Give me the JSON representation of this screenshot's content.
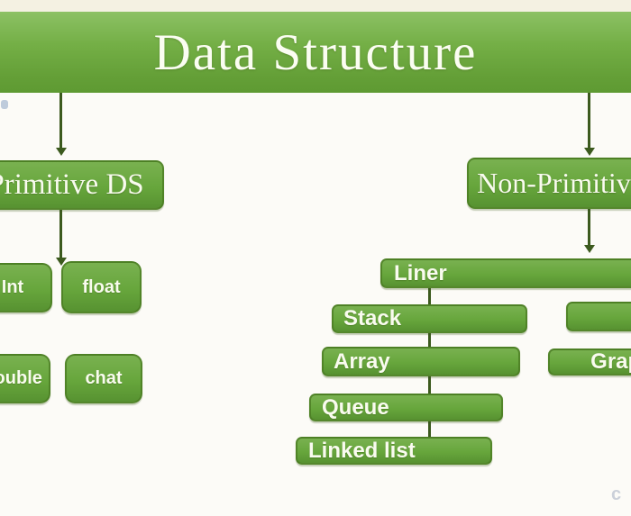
{
  "banner": {
    "title": "Data Structure"
  },
  "nodes": {
    "primitive": "Primitive DS",
    "non_primitive": "Non-Primitive DS",
    "int": "Int",
    "float": "float",
    "double": "Double",
    "chat": "chat",
    "liner": "Liner",
    "stack": "Stack",
    "array": "Array",
    "queue": "Queue",
    "linked_list": "Linked list",
    "graph": "Graph",
    "unlabeled": ""
  },
  "hierarchy": {
    "root": "Data Structure",
    "children": [
      {
        "label": "Primitive DS",
        "children": [
          "Int",
          "float",
          "Double",
          "chat"
        ]
      },
      {
        "label": "Non-Primitive DS",
        "children": [
          {
            "label": "Liner",
            "children": [
              "Stack",
              "Array",
              "Queue",
              "Linked list"
            ]
          },
          {
            "label": "Graph"
          }
        ]
      }
    ]
  },
  "colors": {
    "banner_green": "#6fab41",
    "box_green": "#64a53a",
    "connector_dark_green": "#3c5a1e",
    "text_white": "#f9fbef",
    "top_strip_cream": "#f4f1e2",
    "background": "#fcfbf7"
  },
  "artifacts": {
    "bottom_right_glyph": "c"
  }
}
